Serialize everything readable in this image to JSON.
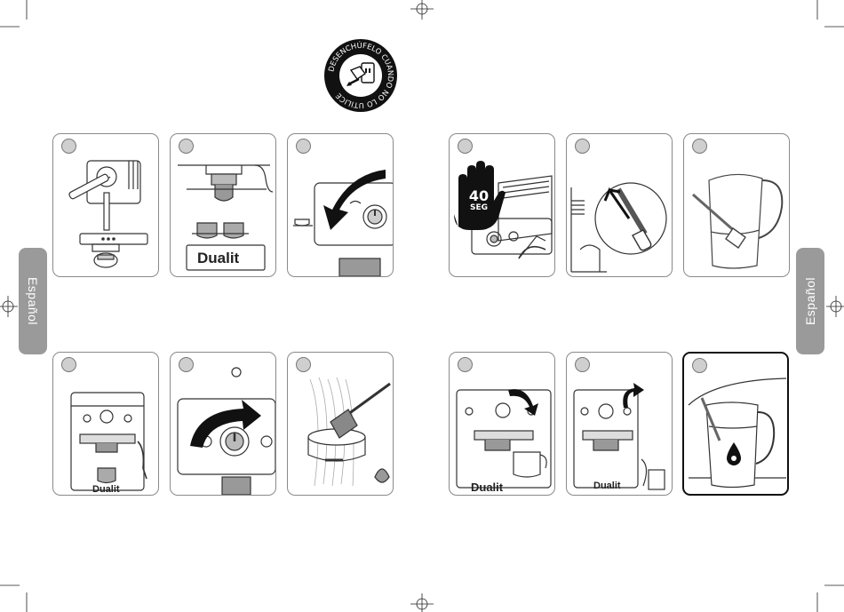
{
  "side_tabs": {
    "left": "Español",
    "right": "Español"
  },
  "unplug_badge": {
    "text": "DESENCHÚFELO CUANDO NO LO UTILICE"
  },
  "brand": "Dualit",
  "timer": {
    "value": "40",
    "unit": "SEG"
  },
  "colors": {
    "panel_border": "#8a8a8a",
    "badge_fill": "#cfcfcf",
    "tab_fill": "#9a9a9a",
    "ink": "#111111"
  },
  "icons": [
    "unplug-icon",
    "hand-icon",
    "water-drop-icon",
    "arrow-icon",
    "brush-icon",
    "jug-icon",
    "cup-icon"
  ]
}
